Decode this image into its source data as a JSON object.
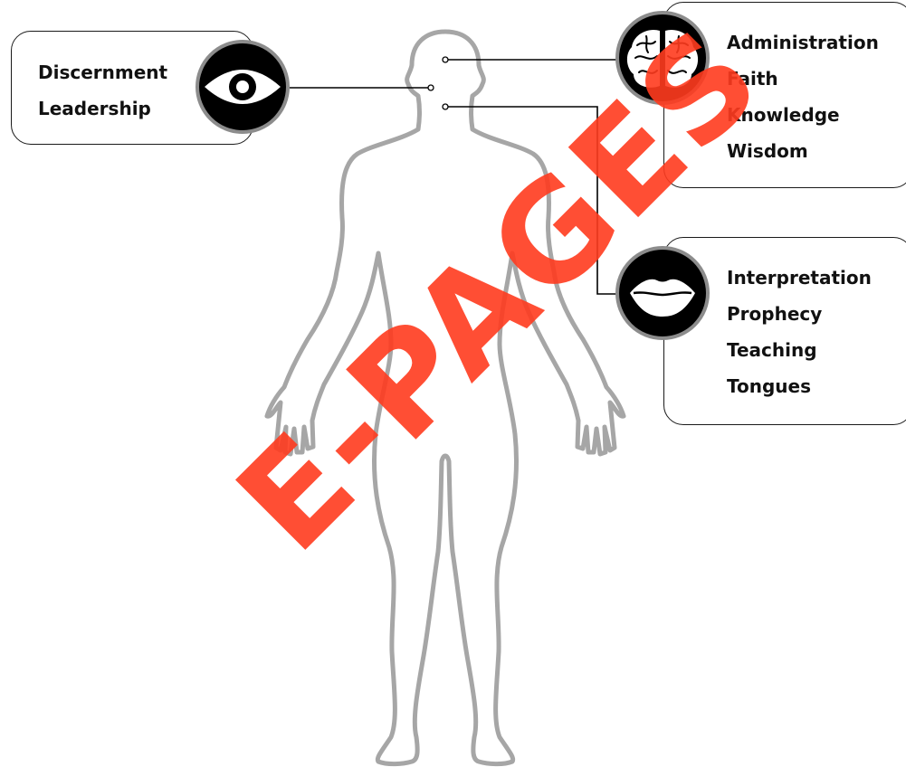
{
  "groups": {
    "eye": {
      "icon": "eye-icon",
      "items": [
        "Discernment",
        "Leadership"
      ]
    },
    "brain": {
      "icon": "brain-icon",
      "items": [
        "Administration",
        "Faith",
        "Knowledge",
        "Wisdom"
      ]
    },
    "mouth": {
      "icon": "lips-icon",
      "items": [
        "Interpretation",
        "Prophecy",
        "Teaching",
        "Tongues"
      ]
    }
  },
  "watermark": "E-PAGES",
  "colors": {
    "outline": "#a6a6a6",
    "icon_bg": "#000000",
    "icon_ring": "#8c8c8c",
    "watermark": "#ff3b1f"
  }
}
